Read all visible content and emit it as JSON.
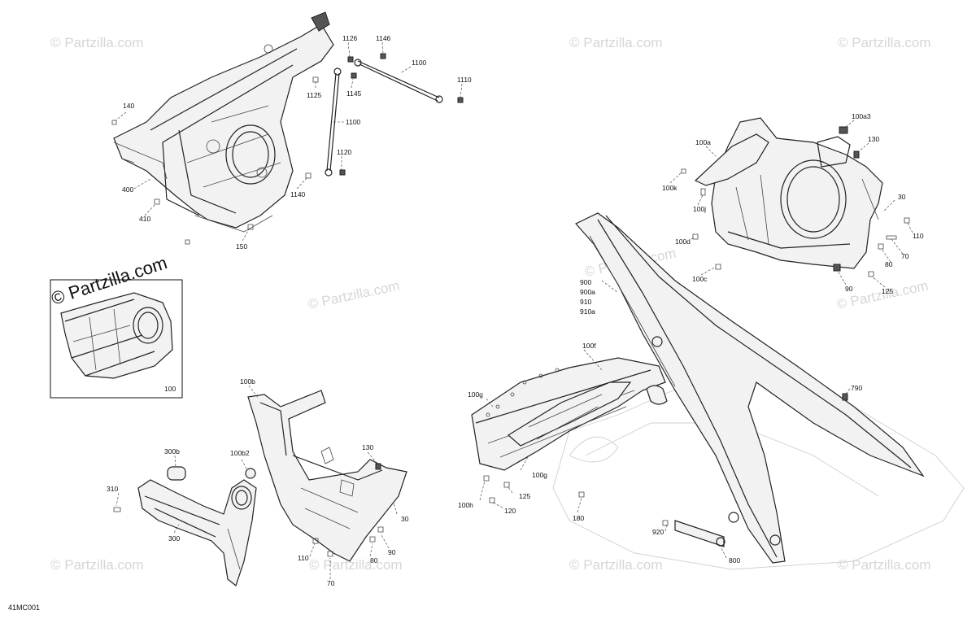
{
  "watermark": {
    "text": "© Partzilla.com",
    "inset_text": "© Partzilla.com"
  },
  "drawing_code": "41MC001",
  "callouts": {
    "c1126": "1126",
    "c1146": "1146",
    "c1100a": "1100",
    "c1110": "1110",
    "c1125": "1125",
    "c1145": "1145",
    "c1100b": "1100",
    "c1120": "1120",
    "c1140": "1140",
    "c140": "140",
    "c400": "400",
    "c410": "410",
    "c150": "150",
    "c100": "100",
    "c100b": "100b",
    "c300b": "300b",
    "c100b2": "100b2",
    "c130a": "130",
    "c310": "310",
    "c300": "300",
    "c30a": "30",
    "c110a": "110",
    "c80a": "80",
    "c90a": "90",
    "c70a": "70",
    "c100a3": "100a3",
    "c100a": "100a",
    "c130b": "130",
    "c100k": "100k",
    "c100j": "100j",
    "c30b": "30",
    "c100d": "100d",
    "c110b": "110",
    "c70b": "70",
    "c80b": "80",
    "c100c": "100c",
    "c90b": "90",
    "c125a": "125",
    "c900": "900",
    "c900a": "900a",
    "c910": "910",
    "c910a": "910a",
    "c100f": "100f",
    "c100g": "100g",
    "c100g2": "100g",
    "c790": "790",
    "c125b": "125",
    "c100h": "100h",
    "c120": "120",
    "c180": "180",
    "c920": "920",
    "c800": "800"
  }
}
